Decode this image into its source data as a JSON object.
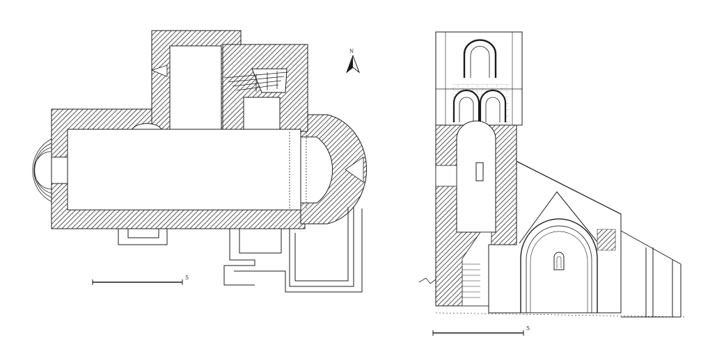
{
  "plan": {
    "north_letter": "N",
    "scale_label": "5"
  },
  "elevation": {
    "scale_label": "5"
  },
  "colors": {
    "ink": "#1a1a1a",
    "paper": "#ffffff",
    "hatch": "#2a2a2a"
  },
  "icons": {
    "north_arrow": "north-arrow-icon"
  }
}
